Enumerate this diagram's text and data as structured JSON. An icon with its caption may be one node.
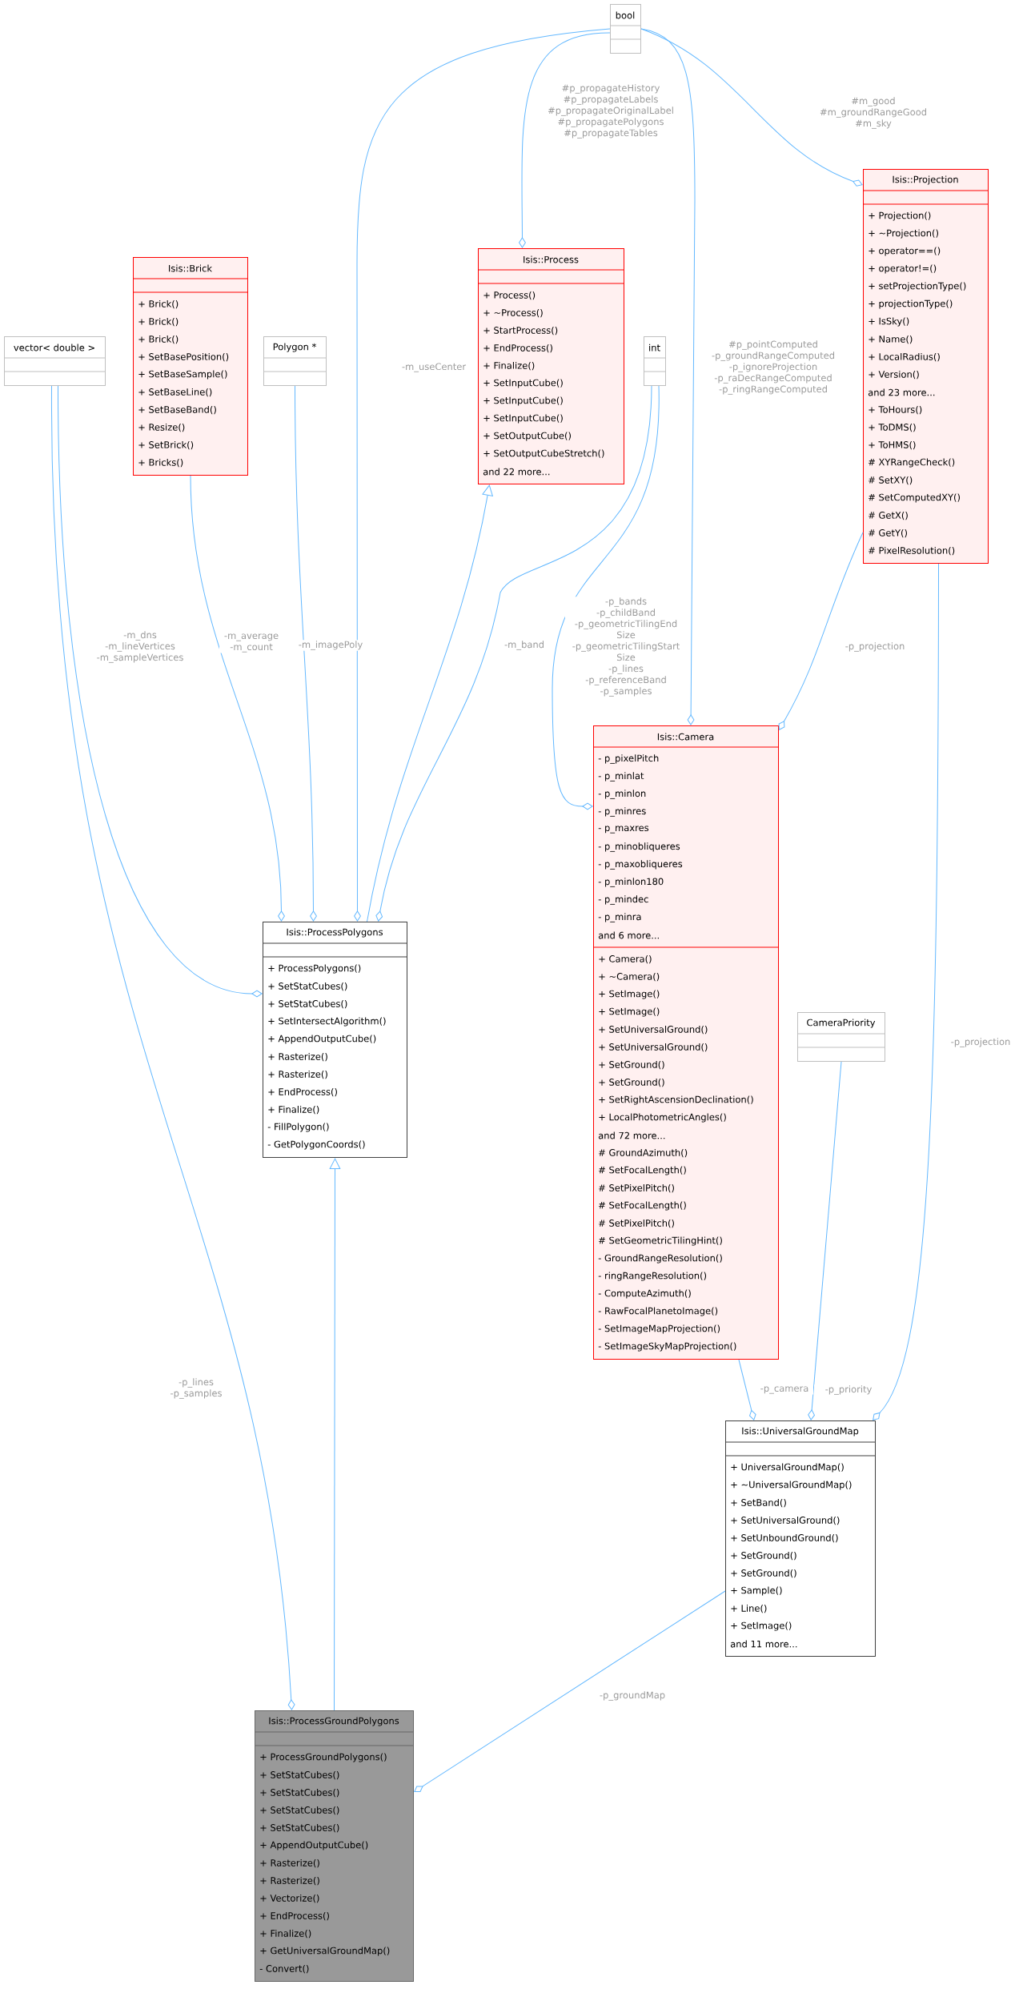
{
  "diagram": {
    "nodes": [
      {
        "text": [
          "bool"
        ]
      },
      {
        "text": [
          "Isis::Projection",
          "+ Projection()",
          "+ ~Projection()",
          "+ operator==()",
          "+ operator!=()",
          "+ setProjectionType()",
          "+ projectionType()",
          "+ IsSky()",
          "+ Name()",
          "+ LocalRadius()",
          "+ Version()",
          "and 23 more...",
          "+ ToHours()",
          "+ ToDMS()",
          "+ ToHMS()",
          "# XYRangeCheck()",
          "# SetXY()",
          "# SetComputedXY()",
          "# GetX()",
          "# GetY()",
          "# PixelResolution()"
        ]
      },
      {
        "text": [
          "Isis::Process",
          "+ Process()",
          "+ ~Process()",
          "+ StartProcess()",
          "+ EndProcess()",
          "+ Finalize()",
          "+ SetInputCube()",
          "+ SetInputCube()",
          "+ SetInputCube()",
          "+ SetOutputCube()",
          "+ SetOutputCubeStretch()",
          "and 22 more..."
        ]
      },
      {
        "text": [
          "Isis::Brick",
          "+ Brick()",
          "+ Brick()",
          "+ Brick()",
          "+ SetBasePosition()",
          "+ SetBaseSample()",
          "+ SetBaseLine()",
          "+ SetBaseBand()",
          "+ Resize()",
          "+ SetBrick()",
          "+ Bricks()"
        ]
      },
      {
        "text": [
          "vector< double >"
        ]
      },
      {
        "text": [
          "Polygon *"
        ]
      },
      {
        "text": [
          "int"
        ]
      },
      {
        "text": [
          "Isis::Camera",
          "- p_pixelPitch",
          "- p_minlat",
          "- p_minlon",
          "- p_minres",
          "- p_maxres",
          "- p_minobliqueres",
          "- p_maxobliqueres",
          "- p_minlon180",
          "- p_mindec",
          "- p_minra",
          "and 6 more...",
          "+ Camera()",
          "+ ~Camera()",
          "+ SetImage()",
          "+ SetImage()",
          "+ SetUniversalGround()",
          "+ SetUniversalGround()",
          "+ SetGround()",
          "+ SetGround()",
          "+ SetRightAscensionDeclination()",
          "+ LocalPhotometricAngles()",
          "and 72 more...",
          "# GroundAzimuth()",
          "# SetFocalLength()",
          "# SetPixelPitch()",
          "# SetFocalLength()",
          "# SetPixelPitch()",
          "# SetGeometricTilingHint()",
          "- GroundRangeResolution()",
          "- ringRangeResolution()",
          "- ComputeAzimuth()",
          "- RawFocalPlanetoImage()",
          "- SetImageMapProjection()",
          "- SetImageSkyMapProjection()"
        ]
      },
      {
        "text": [
          "Isis::ProcessPolygons",
          "+ ProcessPolygons()",
          "+ SetStatCubes()",
          "+ SetStatCubes()",
          "+ SetIntersectAlgorithm()",
          "+ AppendOutputCube()",
          "+ Rasterize()",
          "+ Rasterize()",
          "+ EndProcess()",
          "+ Finalize()",
          "- FillPolygon()",
          "- GetPolygonCoords()"
        ]
      },
      {
        "text": [
          "CameraPriority"
        ]
      },
      {
        "text": [
          "Isis::UniversalGroundMap",
          "+ UniversalGroundMap()",
          "+ ~UniversalGroundMap()",
          "+ SetBand()",
          "+ SetUniversalGround()",
          "+ SetUnboundGround()",
          "+ SetGround()",
          "+ SetGround()",
          "+ Sample()",
          "+ Line()",
          "+ SetImage()",
          "and 11 more..."
        ]
      },
      {
        "text": [
          "Isis::ProcessGroundPolygons",
          "+ ProcessGroundPolygons()",
          "+ SetStatCubes()",
          "+ SetStatCubes()",
          "+ SetStatCubes()",
          "+ SetStatCubes()",
          "+ AppendOutputCube()",
          "+ Rasterize()",
          "+ Rasterize()",
          "+ Vectorize()",
          "+ EndProcess()",
          "+ Finalize()",
          "+ GetUniversalGroundMap()",
          "- Convert()"
        ]
      }
    ],
    "edges": [
      {
        "from": 0,
        "to": 1,
        "arrow": "other",
        "label": "#m_good #m_groundRangeGood #m_sky"
      },
      {
        "from": 0,
        "to": 2,
        "arrow": "other",
        "label": "#p_propagateHistory #p_propagateLabels #p_propagateOriginalLabel #p_propagatePolygons #p_propagateTables"
      },
      {
        "from": 0,
        "to": 8,
        "arrow": "other",
        "label": "-m_useCenter"
      },
      {
        "from": 0,
        "to": 7,
        "arrow": "other",
        "label": "#p_pointComputed -p_groundRangeComputed -p_ignoreProjection -p_raDecRangeComputed -p_ringRangeComputed"
      },
      {
        "from": 8,
        "to": 2,
        "arrow": "to"
      },
      {
        "from": 4,
        "to": 8,
        "arrow": "other",
        "label": "-m_dns -m_lineVertices -m_sampleVertices"
      },
      {
        "from": 3,
        "to": 8,
        "arrow": "other",
        "label": "-m_average -m_count"
      },
      {
        "from": 5,
        "to": 8,
        "arrow": "other",
        "label": "-m_imagePoly"
      },
      {
        "from": 6,
        "to": 8,
        "arrow": "other",
        "label": "-m_band"
      },
      {
        "from": 6,
        "to": 7,
        "arrow": "other",
        "label": "-p_bands -p_childBand -p_geometricTilingEnd Size -p_geometricTilingStart Size -p_lines -p_referenceBand -p_samples"
      },
      {
        "from": 1,
        "to": 7,
        "arrow": "other",
        "label": "-p_projection"
      },
      {
        "from": 1,
        "to": 10,
        "arrow": "other",
        "label": "-p_projection"
      },
      {
        "from": 7,
        "to": 10,
        "arrow": "other",
        "label": "-p_camera"
      },
      {
        "from": 9,
        "to": 10,
        "arrow": "other",
        "label": "-p_priority"
      },
      {
        "from": 4,
        "to": 11,
        "arrow": "other",
        "label": "-p_lines -p_samples"
      },
      {
        "from": 11,
        "to": 8,
        "arrow": "to"
      },
      {
        "from": 10,
        "to": 11,
        "arrow": "other",
        "label": "-p_groundMap"
      }
    ]
  }
}
